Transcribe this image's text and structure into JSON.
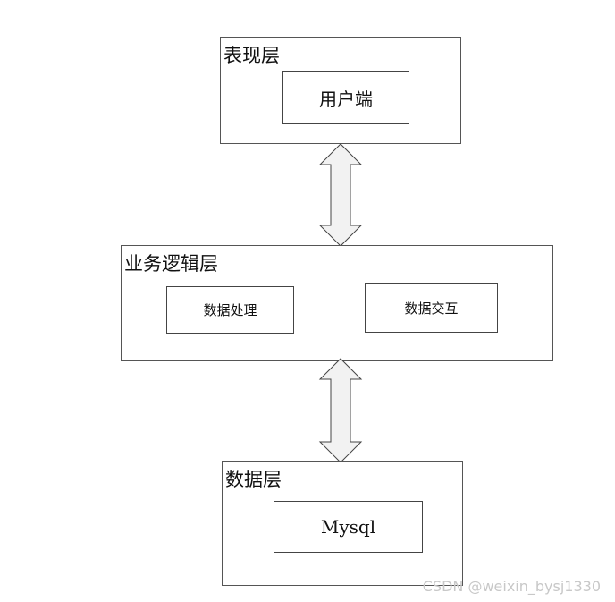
{
  "presentation_layer": {
    "title": "表现层",
    "client": "用户端"
  },
  "business_layer": {
    "title": "业务逻辑层",
    "processing": "数据处理",
    "interaction": "数据交互"
  },
  "data_layer": {
    "title": "数据层",
    "database": "Mysql"
  },
  "watermark": "CSDN @weixin_bysj1330",
  "colors": {
    "arrow_fill": "#f2f2f2",
    "border": "#444444"
  }
}
